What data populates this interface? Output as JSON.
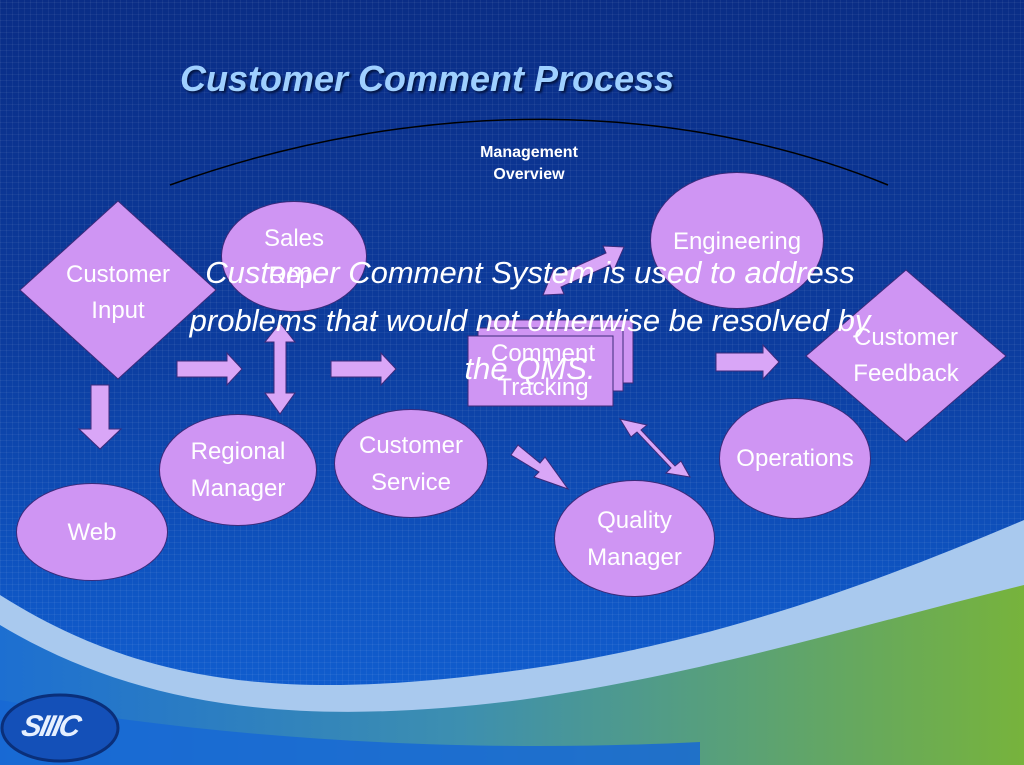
{
  "slide": {
    "title": "Customer Comment Process",
    "management_overview": [
      "Management",
      "Overview"
    ],
    "overlay_text": [
      "Customer Comment System is used to address",
      "problems that would not otherwise be resolved by",
      "the QMS."
    ],
    "logo_text": "SIIIC"
  },
  "nodes": {
    "customer_input": [
      "Customer",
      "Input"
    ],
    "sales_rep": [
      "Sales",
      "Rep."
    ],
    "engineering": "Engineering",
    "comment_tracking": [
      "Comment",
      "Tracking"
    ],
    "customer_feedback": [
      "Customer",
      "Feedback"
    ],
    "regional_manager": [
      "Regional",
      "Manager"
    ],
    "customer_service": [
      "Customer",
      "Service"
    ],
    "operations": "Operations",
    "web": "Web",
    "quality_manager": [
      "Quality",
      "Manager"
    ]
  },
  "colors": {
    "node_fill": "#cf95f3",
    "arrow_fill": "#d9a6f7",
    "background": "#0c3c9e",
    "title": "#9fd0ff",
    "wave_green": "#77b33c",
    "wave_light": "#a9c9ee"
  }
}
